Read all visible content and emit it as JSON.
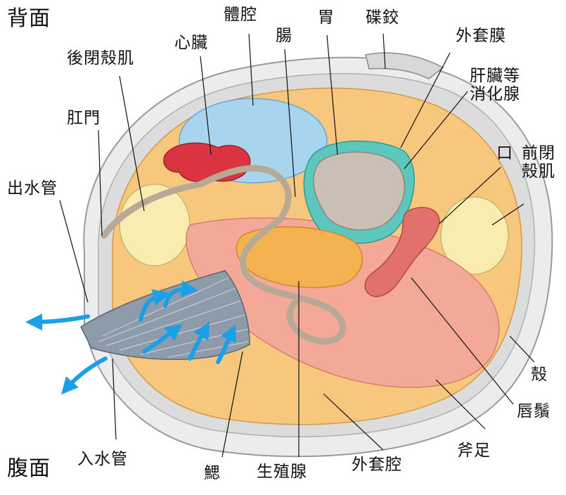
{
  "labels": {
    "dorsal": "背面",
    "ventral": "腹面",
    "posterior_adductor": "後閉殼肌",
    "heart": "心臟",
    "body_cavity": "體腔",
    "intestine": "腸",
    "stomach": "胃",
    "hinge": "碟鉸",
    "mantle": "外套膜",
    "digestive_gland_line1": "肝臟等",
    "digestive_gland_line2": "消化腺",
    "anus": "肛門",
    "mouth": "口",
    "anterior_adductor_line1": "前閉",
    "anterior_adductor_line2": "殼肌",
    "excurrent_siphon": "出水管",
    "shell": "殼",
    "labial_palp": "唇鬚",
    "foot": "斧足",
    "incurrent_siphon": "入水管",
    "gill": "鰓",
    "gonad": "生殖腺",
    "mantle_cavity": "外套腔"
  },
  "colors": {
    "shell": "#ececec",
    "mantle": "#f6c77c",
    "body_cavity": "#a9d4ee",
    "heart": "#d9343f",
    "stomach": "#c9bfb5",
    "digestive_gland": "#5ec7bd",
    "gonad": "#f4b250",
    "foot": "#f4a79a",
    "labial_palp": "#e2716b",
    "adductor": "#f8ecb0",
    "gill": "#8d9bab",
    "water_flow": "#1aa0e6"
  }
}
